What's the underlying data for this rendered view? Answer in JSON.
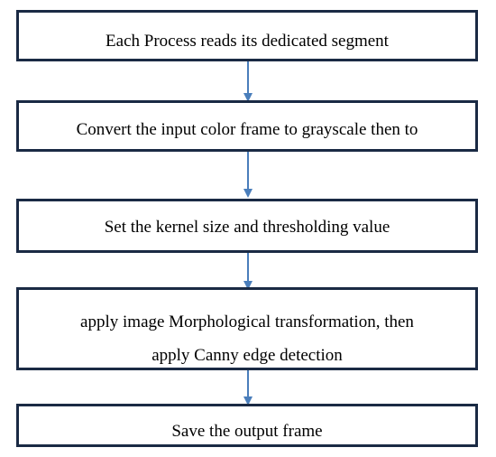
{
  "diagram": {
    "steps": [
      {
        "id": "read-segment",
        "lines": [
          "Each Process reads its dedicated segment"
        ]
      },
      {
        "id": "convert-grayscale",
        "lines": [
          "Convert the input color frame to grayscale then to"
        ]
      },
      {
        "id": "set-kernel",
        "lines": [
          "Set the kernel size and thresholding value"
        ]
      },
      {
        "id": "apply-morphology",
        "lines": [
          "apply image Morphological transformation, then",
          "apply Canny edge detection"
        ]
      },
      {
        "id": "save-output",
        "lines": [
          "Save the output frame"
        ]
      }
    ],
    "colors": {
      "box_border": "#1a2a44",
      "arrow": "#4a7ebb",
      "text": "#000000"
    }
  }
}
